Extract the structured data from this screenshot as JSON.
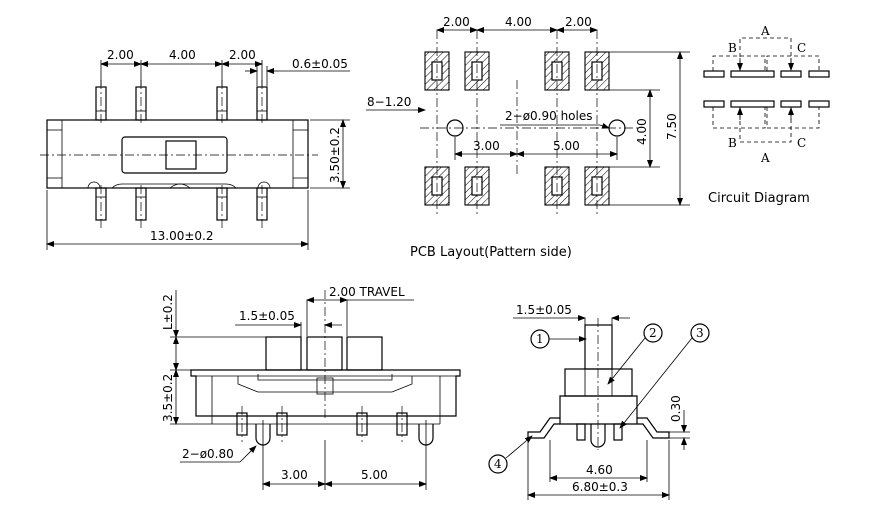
{
  "top_view": {
    "pitch_left": "2.00",
    "pitch_mid": "4.00",
    "pitch_right": "2.00",
    "pin_width": "0.6±0.05",
    "height": "3.50±0.2",
    "length": "13.00±0.2"
  },
  "pcb_layout": {
    "pitch_left": "2.00",
    "pitch_mid": "4.00",
    "pitch_right": "2.00",
    "pad_size": "8−1.20",
    "holes": "2−ø0.90  holes",
    "hole_left": "3.00",
    "hole_right": "5.00",
    "row_spacing": "4.00",
    "overall": "7.50",
    "caption": "PCB Layout(Pattern side)"
  },
  "circuit": {
    "label_a_top": "A",
    "label_b_top": "B",
    "label_c_top": "C",
    "label_a_bottom": "A",
    "label_b_bottom": "B",
    "label_c_bottom": "C",
    "caption": "Circuit Diagram"
  },
  "front_view": {
    "travel": "2.00  TRAVEL",
    "actuator_width": "1.5±0.05",
    "actuator_height": "L±0.2",
    "body_height": "3.5±0.2",
    "post_dia": "2−ø0.80",
    "post_left": "3.00",
    "post_right": "5.00"
  },
  "side_view": {
    "actuator_width": "1.5±0.05",
    "callout_1": "1",
    "callout_2": "2",
    "callout_3": "3",
    "callout_4": "4",
    "lead_thickness": "0.30",
    "inner_width": "4.60",
    "outer_width": "6.80±0.3"
  }
}
